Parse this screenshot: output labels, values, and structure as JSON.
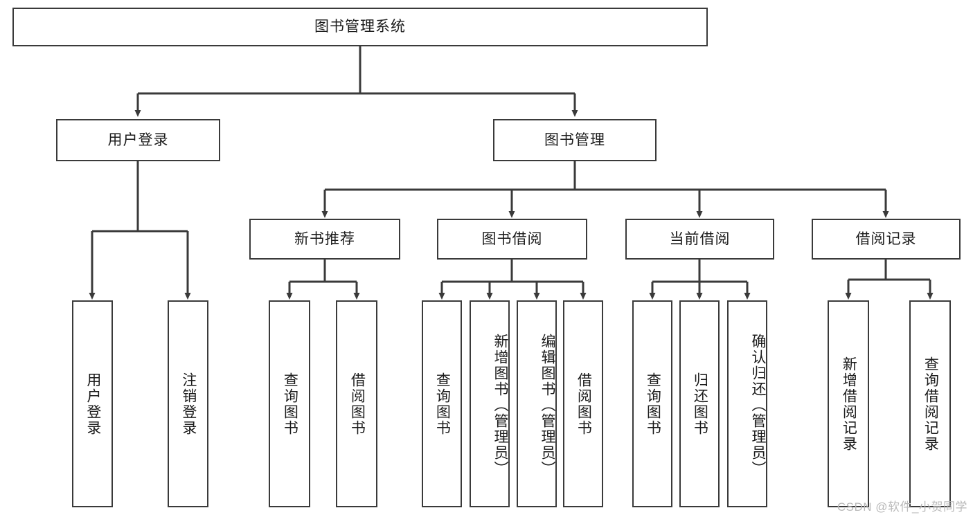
{
  "diagram": {
    "title": "图书管理系统",
    "type": "tree-hierarchy",
    "root": {
      "label": "图书管理系统"
    },
    "level1": [
      {
        "label": "用户登录"
      },
      {
        "label": "图书管理"
      }
    ],
    "level2": [
      {
        "label": "新书推荐"
      },
      {
        "label": "图书借阅"
      },
      {
        "label": "当前借阅"
      },
      {
        "label": "借阅记录"
      }
    ],
    "leaves": {
      "user_login": [
        {
          "label": "用户登录"
        },
        {
          "label": "注销登录"
        }
      ],
      "new_book_recommend": [
        {
          "label": "查询图书"
        },
        {
          "label": "借阅图书"
        }
      ],
      "book_borrow": [
        {
          "label": "查询图书"
        },
        {
          "label": "新增图书（管理员）"
        },
        {
          "label": "编辑图书（管理员）"
        },
        {
          "label": "借阅图书"
        }
      ],
      "current_borrow": [
        {
          "label": "查询图书"
        },
        {
          "label": "归还图书"
        },
        {
          "label": "确认归还（管理员）"
        }
      ],
      "borrow_record": [
        {
          "label": "新增借阅记录"
        },
        {
          "label": "查询借阅记录"
        }
      ]
    }
  },
  "watermark": {
    "text": "CSDN @软件_小贺同学"
  },
  "colors": {
    "background": "#ffffff",
    "box_border": "#3a3a3a",
    "box_fill": "#ffffff",
    "text": "#1b1b1b",
    "connector": "#3a3a3a",
    "watermark": "#b9b9b9"
  }
}
